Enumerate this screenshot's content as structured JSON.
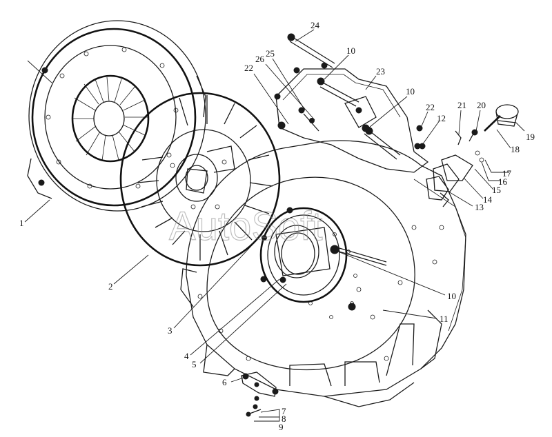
{
  "watermark": "AutoSoft",
  "callouts": [
    "1",
    "2",
    "3",
    "4",
    "5",
    "6",
    "7",
    "8",
    "9",
    "10",
    "10",
    "10",
    "10",
    "11",
    "12",
    "13",
    "14",
    "15",
    "16",
    "17",
    "18",
    "19",
    "20",
    "21",
    "22",
    "22",
    "23",
    "24",
    "25",
    "26"
  ]
}
